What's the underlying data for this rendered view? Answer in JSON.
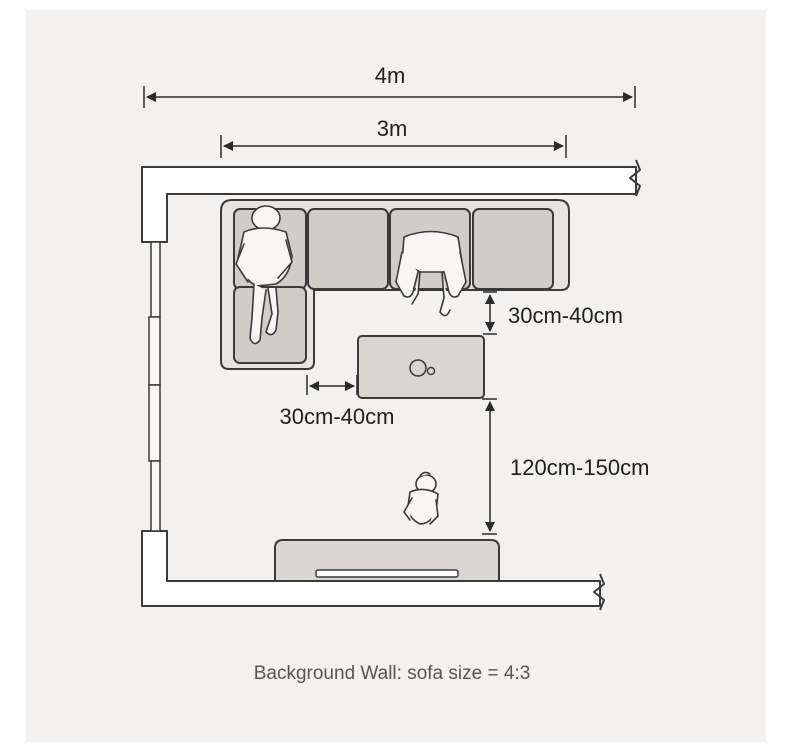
{
  "dimensions": {
    "outer_width": "4m",
    "sofa_width": "3m",
    "sofa_table_gap": "30cm-40cm",
    "side_table_gap": "30cm-40cm",
    "table_tv_gap": "120cm-150cm"
  },
  "caption": "Background Wall: sofa size = 4:3",
  "colors": {
    "panel": "#f2f1ef",
    "line": "#3a3a3a",
    "furniture_fill": "#d9d6d2",
    "cushion_fill": "#cfccc8",
    "person_fill": "#f7f6f4"
  }
}
